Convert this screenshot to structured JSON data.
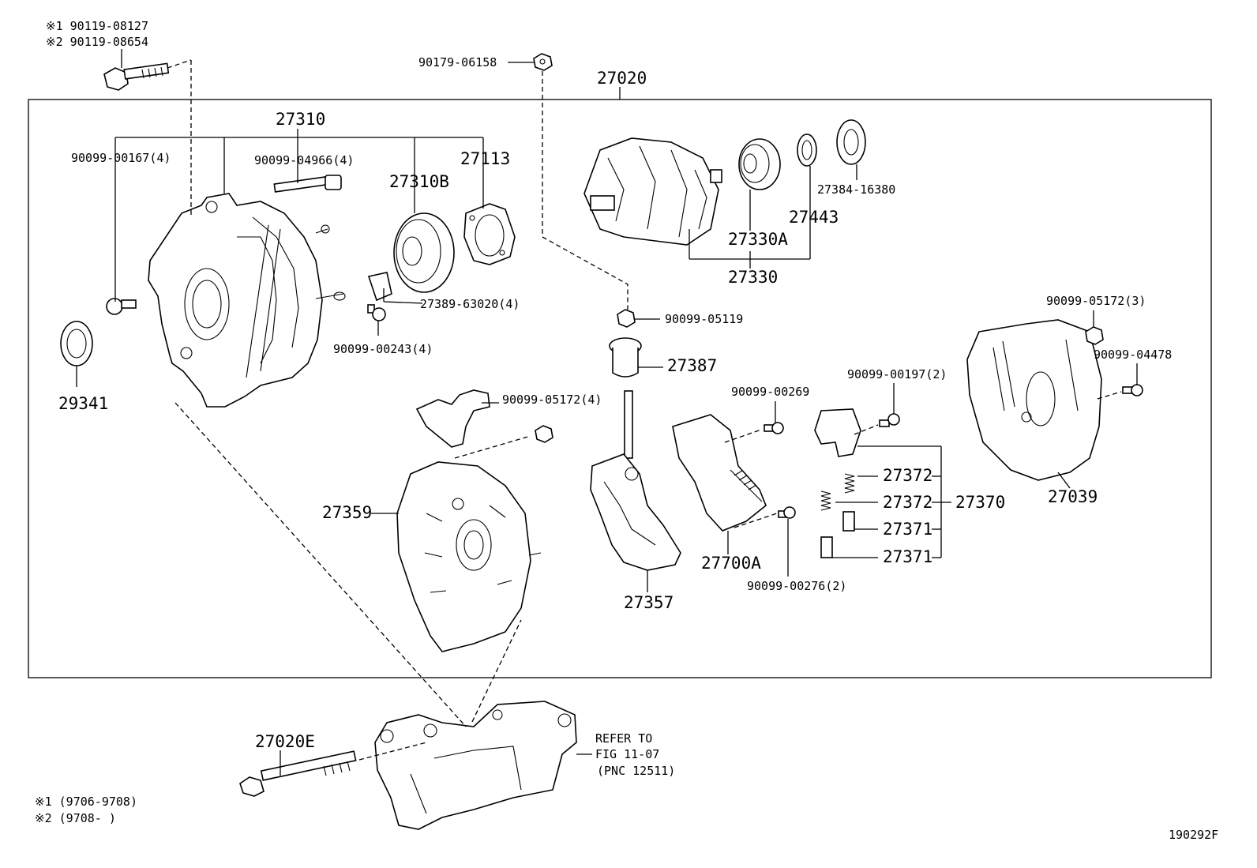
{
  "labels": {
    "note1_top": "※1 90119-08127",
    "note2_top": "※2 90119-08654",
    "p90179_06158": "90179-06158",
    "p27020": "27020",
    "p27310": "27310",
    "p90099_00167": "90099-00167(4)",
    "p90099_04966": "90099-04966(4)",
    "p27310B": "27310B",
    "p27113": "27113",
    "p27384_16380": "27384-16380",
    "p27443": "27443",
    "p27330A": "27330A",
    "p27330": "27330",
    "p27389_63020": "27389-63020(4)",
    "p90099_00243": "90099-00243(4)",
    "p29341": "29341",
    "p90099_05119": "90099-05119",
    "p27387": "27387",
    "p90099_05172_3": "90099-05172(3)",
    "p90099_04478": "90099-04478",
    "p90099_00197": "90099-00197(2)",
    "p90099_00269": "90099-00269",
    "p90099_05172_4": "90099-05172(4)",
    "p27359": "27359",
    "p27372a": "27372",
    "p27372b": "27372",
    "p27370": "27370",
    "p27371a": "27371",
    "p27371b": "27371",
    "p27039": "27039",
    "p27700A": "27700A",
    "p90099_00276": "90099-00276(2)",
    "p27357": "27357",
    "p27020E": "27020E",
    "refer1": "REFER TO",
    "refer2": "FIG 11-07",
    "refer3": "(PNC 12511)",
    "note1_bottom": "※1 (9706-9708)",
    "note2_bottom": "※2 (9708-      )",
    "fig_id": "190292F"
  }
}
